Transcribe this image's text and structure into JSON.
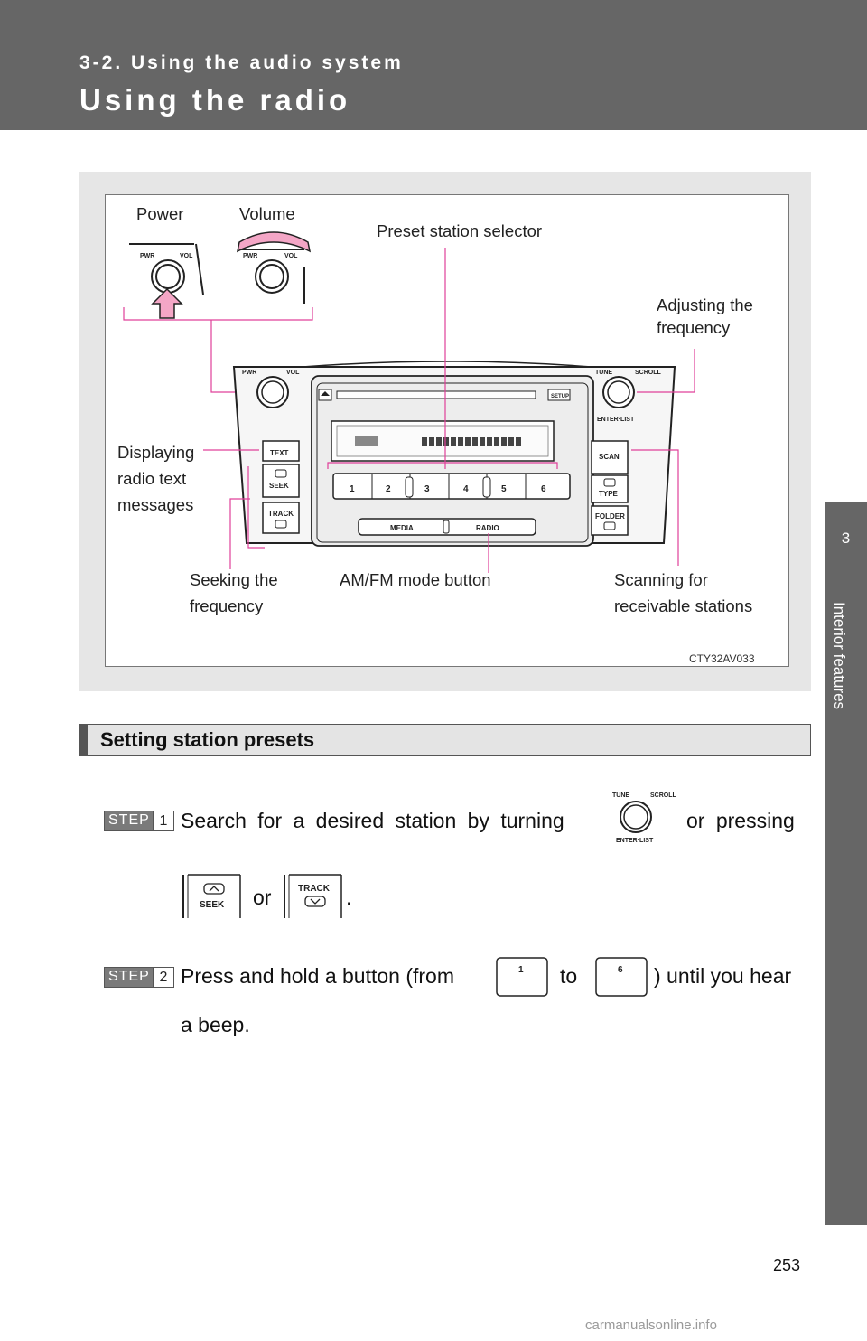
{
  "header": {
    "section": "3-2. Using the audio system",
    "title": "Using the radio"
  },
  "side_tab": {
    "chapter_number": "3",
    "chapter_title": "Interior features"
  },
  "figure": {
    "callouts": {
      "power": "Power",
      "volume": "Volume",
      "preset_station_selector": "Preset station selector",
      "adjusting_frequency_1": "Adjusting the",
      "adjusting_frequency_2": "frequency",
      "displaying_text_1": "Displaying",
      "displaying_text_2": "radio text",
      "displaying_text_3": "messages",
      "seeking_frequency_1": "Seeking the",
      "seeking_frequency_2": "frequency",
      "am_fm_mode_button": "AM/FM mode button",
      "scanning_1": "Scanning for",
      "scanning_2": "receivable stations"
    },
    "image_code": "CTY32AV033",
    "knob_labels": {
      "pwr": "PWR",
      "vol": "VOL",
      "tune": "TUNE",
      "scroll": "SCROLL",
      "enter_list": "ENTER·LIST"
    },
    "buttons": {
      "text": "TEXT",
      "seek": "SEEK",
      "track": "TRACK",
      "scan": "SCAN",
      "type": "TYPE",
      "folder": "FOLDER",
      "setup": "SETUP",
      "media": "MEDIA",
      "radio": "RADIO",
      "presets": [
        "1",
        "2",
        "3",
        "4",
        "5",
        "6"
      ]
    }
  },
  "subsection": {
    "title": "Setting station presets"
  },
  "steps": [
    {
      "label": "STEP",
      "number": "1",
      "text_before": "Search for a desired station by turning",
      "text_after": "or pressing",
      "line2_or": "or",
      "line2_end": "."
    },
    {
      "label": "STEP",
      "number": "2",
      "text_before": "Press and hold a button (from",
      "text_mid": "to",
      "text_after": ") until you hear",
      "line2": "a beep."
    }
  ],
  "page_number": "253",
  "footer": "carmanualsonline.info"
}
